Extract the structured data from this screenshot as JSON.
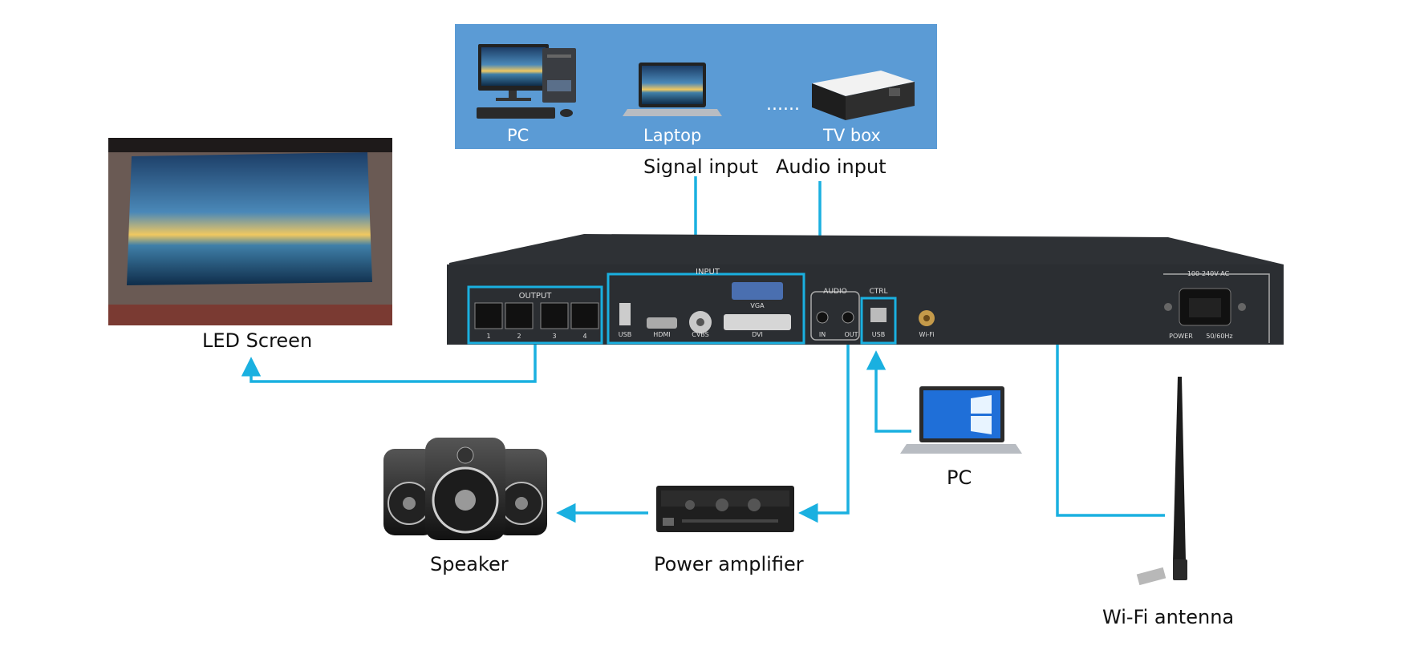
{
  "sources": {
    "items": [
      {
        "label": "PC"
      },
      {
        "label": "Laptop"
      },
      {
        "label": "TV box"
      }
    ],
    "ellipsis": "......"
  },
  "inputs": {
    "signal": "Signal input",
    "audio": "Audio input"
  },
  "outputs": {
    "led": "LED Screen",
    "speaker": "Speaker",
    "amplifier": "Power amplifier",
    "pc": "PC",
    "antenna": "Wi-Fi antenna"
  },
  "panel": {
    "output_label": "OUTPUT",
    "port_numbers": [
      "1",
      "2",
      "3",
      "4"
    ],
    "input_label": "INPUT",
    "input_ports": {
      "usb": "USB",
      "hdmi": "HDMI",
      "cvbs": "CVBS",
      "vga": "VGA",
      "dvi": "DVI"
    },
    "audio_label": "AUDIO",
    "audio_in": "IN",
    "audio_out": "OUT",
    "ctrl_label": "CTRL",
    "ctrl_usb": "USB",
    "wifi": "Wi-Fi",
    "voltage": "100-240V AC",
    "power": "POWER",
    "freq": "50/60Hz"
  },
  "colors": {
    "accent": "#1ab0e0",
    "source_panel": "#5b9bd5",
    "device": "#2e3135"
  }
}
